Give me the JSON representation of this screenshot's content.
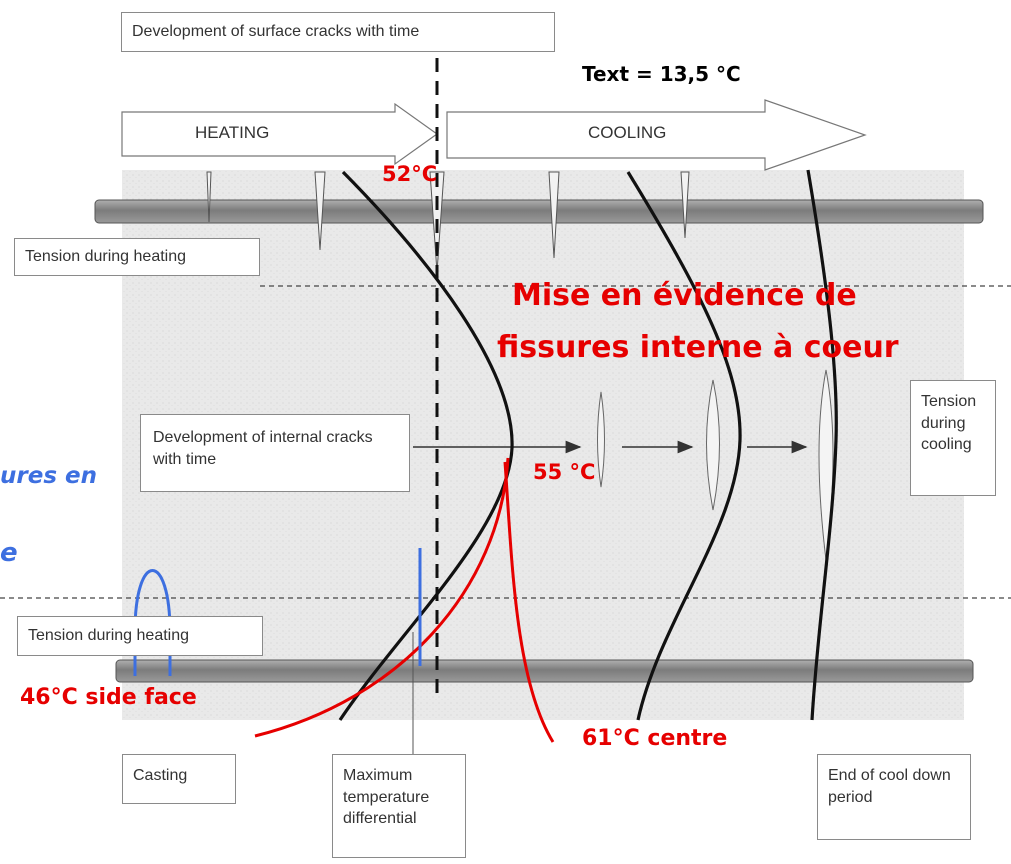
{
  "title_box": "Development of surface cracks with time",
  "phases": {
    "heating": "HEATING",
    "cooling": "COOLING"
  },
  "labels": {
    "tension_heating_top": "Tension during heating",
    "tension_heating_bottom": "Tension during heating",
    "internal_cracks": "Development of internal cracks with time",
    "tension_cooling": "Tension during cooling",
    "casting": "Casting",
    "max_temp_diff": "Maximum temperature differential",
    "end_cool_down": "End of cool down period"
  },
  "annotations": {
    "text_ext": "Text = 13,5 °C",
    "t52": "52°C",
    "t55": "55 °C",
    "t46": "46°C side face",
    "t61": "61°C centre",
    "internal_cracks_note_1": "Mise en évidence de",
    "internal_cracks_note_2": "fissures interne à coeur",
    "blue_left_1": "ures en",
    "blue_left_2": "e"
  },
  "colors": {
    "annotation_red": "#e60000",
    "annotation_blue": "#3d6fe0",
    "bar_grey": "#8c8c8c",
    "slab_fill": "#e8e8e8"
  },
  "icons": [
    "right-arrow-icon",
    "crack-icon"
  ]
}
